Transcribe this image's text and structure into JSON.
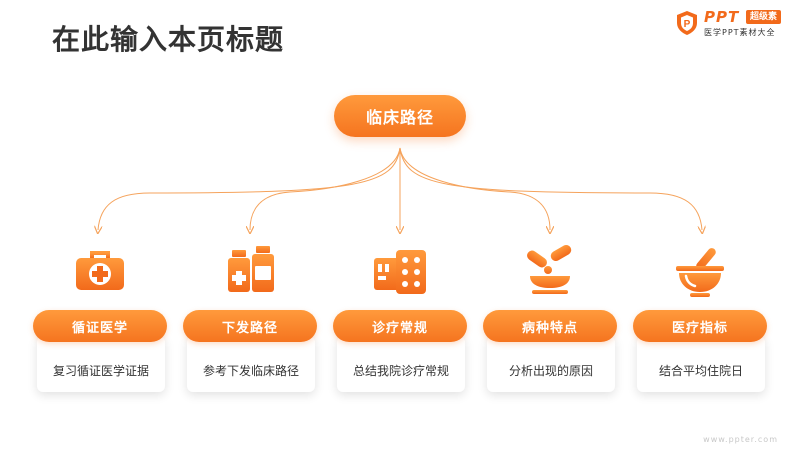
{
  "header": {
    "title": "在此输入本页标题"
  },
  "logo": {
    "brand": "PPT",
    "badge": "超级素",
    "subtitle": "医学PPT素材大全"
  },
  "root": {
    "label": "临床路径"
  },
  "items": [
    {
      "title": "循证医学",
      "desc": "复习循证医学证据",
      "icon": "first-aid-kit-icon"
    },
    {
      "title": "下发路径",
      "desc": "参考下发临床路径",
      "icon": "medicine-bottles-icon"
    },
    {
      "title": "诊疗常规",
      "desc": "总结我院诊疗常规",
      "icon": "pill-blister-icon"
    },
    {
      "title": "病种特点",
      "desc": "分析出现的原因",
      "icon": "capsule-dish-icon"
    },
    {
      "title": "医疗指标",
      "desc": "结合平均住院日",
      "icon": "mortar-pestle-icon"
    }
  ],
  "watermark": "www.ppter.com",
  "colors": {
    "accent": "#f5741f",
    "accent_light": "#ff9a3c",
    "title": "#333333"
  }
}
